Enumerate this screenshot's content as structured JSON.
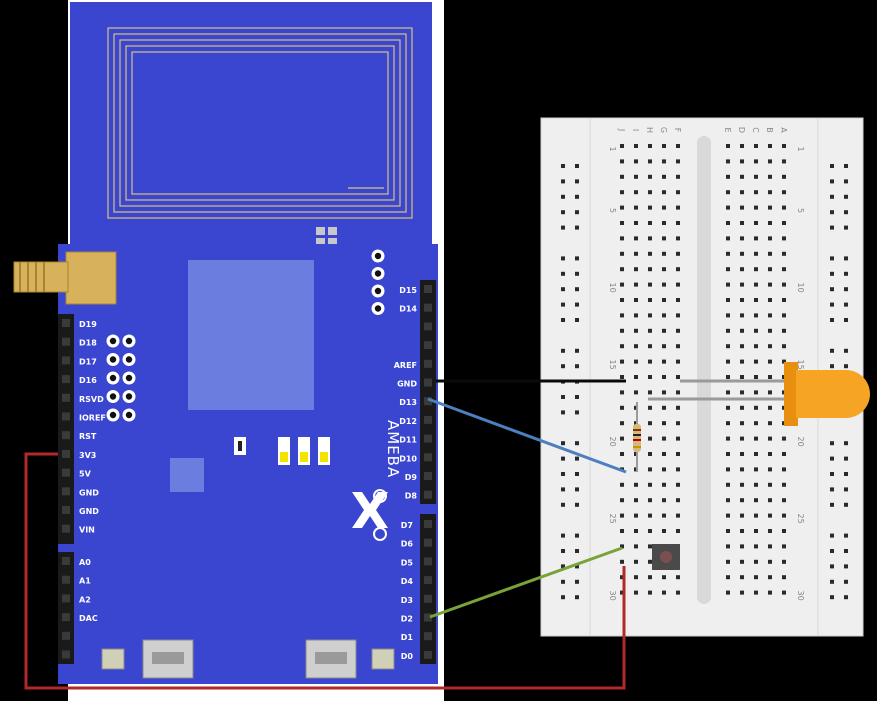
{
  "board": {
    "name": "AMEBA",
    "left_pins_top": [
      "D19",
      "D18",
      "D17",
      "D16",
      "RSVD",
      "IOREF",
      "RST",
      "3V3",
      "5V",
      "GND",
      "GND",
      "VIN"
    ],
    "left_pins_bottom": [
      "A0",
      "A1",
      "A2",
      "DAC"
    ],
    "right_pins_top": [
      "D15",
      "D14",
      "",
      "",
      "AREF",
      "GND",
      "D13",
      "D12",
      "D11",
      "D10",
      "D9",
      "D8"
    ],
    "right_pins_bottom": [
      "D7",
      "D6",
      "D5",
      "D4",
      "D3",
      "D2",
      "D1",
      "D0"
    ]
  },
  "breadboard": {
    "row_numbers": [
      "1",
      "5",
      "10",
      "15",
      "20",
      "25",
      "30"
    ],
    "column_letters_left": [
      "J",
      "I",
      "H",
      "G",
      "F"
    ],
    "column_letters_right": [
      "E",
      "D",
      "C",
      "B",
      "A"
    ]
  },
  "components": [
    "LED",
    "resistor",
    "push button"
  ],
  "wires": [
    {
      "from": "GND",
      "color": "#0a0a0a"
    },
    {
      "from": "D13",
      "color": "#4c7fbf"
    },
    {
      "from": "D2",
      "color": "#7aa23a"
    },
    {
      "from": "3V3",
      "color": "#b02a2a"
    }
  ]
}
